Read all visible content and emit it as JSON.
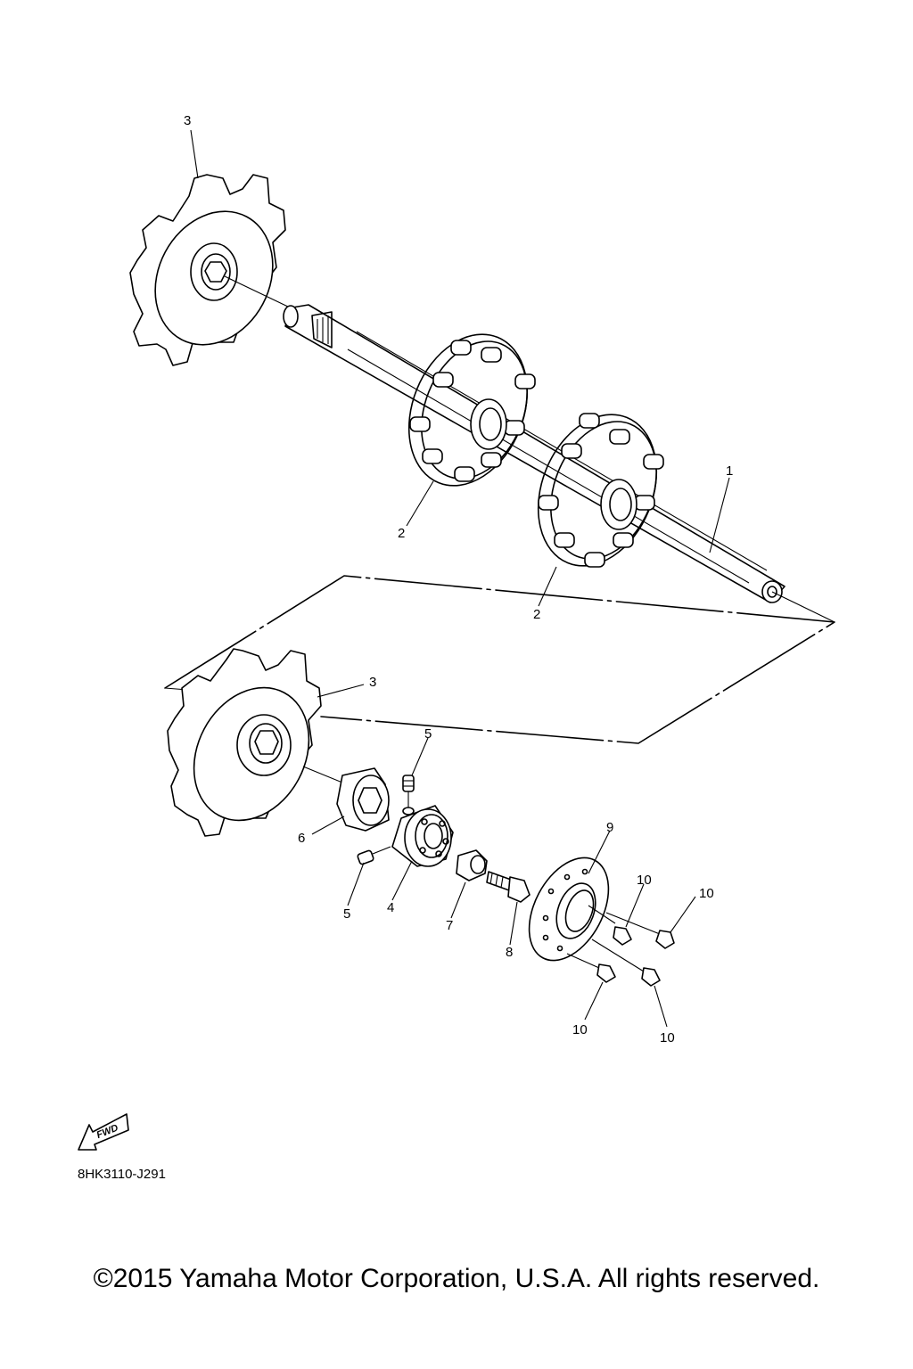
{
  "diagram": {
    "callouts": [
      {
        "id": "c-3-top",
        "text": "3"
      },
      {
        "id": "c-1",
        "text": "1"
      },
      {
        "id": "c-2-left",
        "text": "2"
      },
      {
        "id": "c-2-right",
        "text": "2"
      },
      {
        "id": "c-3-lower",
        "text": "3"
      },
      {
        "id": "c-5-top",
        "text": "5"
      },
      {
        "id": "c-6",
        "text": "6"
      },
      {
        "id": "c-5-bottom",
        "text": "5"
      },
      {
        "id": "c-4",
        "text": "4"
      },
      {
        "id": "c-7",
        "text": "7"
      },
      {
        "id": "c-8",
        "text": "8"
      },
      {
        "id": "c-9",
        "text": "9"
      },
      {
        "id": "c-10-a",
        "text": "10"
      },
      {
        "id": "c-10-b",
        "text": "10"
      },
      {
        "id": "c-10-c",
        "text": "10"
      },
      {
        "id": "c-10-d",
        "text": "10"
      }
    ],
    "fwd_badge": "FWD",
    "drawing_code": "8HK3110-J291"
  },
  "footer": {
    "copyright": "©2015 Yamaha Motor Corporation, U.S.A. All rights reserved."
  }
}
